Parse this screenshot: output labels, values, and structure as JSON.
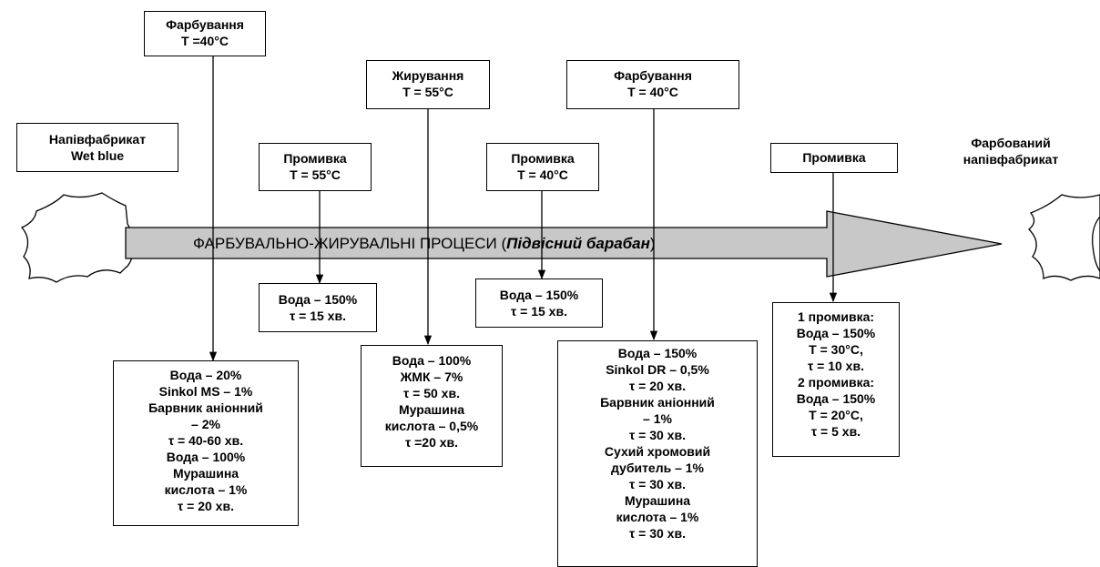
{
  "banner": {
    "main": "ФАРБУВАЛЬНО-ЖИРУВАЛЬНІ ПРОЦЕСИ (",
    "italic": "Підвісний барабан",
    "close": ")"
  },
  "start_label": [
    "Напівфабрикат",
    "Wet blue"
  ],
  "end_label": [
    "Фарбований",
    "напівфабрикат"
  ],
  "top_boxes": [
    {
      "lines": [
        "Фарбування",
        "T =40°C"
      ]
    },
    {
      "lines": [
        "Промивка",
        "T = 55°C"
      ]
    },
    {
      "lines": [
        "Жирування",
        "T = 55°C"
      ]
    },
    {
      "lines": [
        "Промивка",
        "T = 40°C"
      ]
    },
    {
      "lines": [
        "Фарбування",
        "T = 40°C"
      ]
    },
    {
      "lines": [
        "Промивка"
      ]
    }
  ],
  "bottom_boxes": [
    {
      "lines": [
        "Вода – 150%",
        "τ = 15 хв."
      ]
    },
    {
      "lines": [
        "Вода – 150%",
        "τ = 15 хв."
      ]
    },
    {
      "lines": [
        "Вода – 20%",
        "Sinkol MS – 1%",
        "Барвник аніонний",
        "– 2%",
        "τ = 40-60 хв.",
        "Вода – 100%",
        "Мурашина",
        "кислота  – 1%",
        "τ = 20 хв."
      ]
    },
    {
      "lines": [
        "Вода – 100%",
        "ЖМК – 7%",
        "τ = 50 хв.",
        "Мурашина",
        "кислота – 0,5%",
        "τ =20 хв."
      ]
    },
    {
      "lines": [
        "Вода – 150%",
        "Sinkol DR – 0,5%",
        "τ = 20 хв.",
        "Барвник аніонний",
        "– 1%",
        "τ = 30 хв.",
        "Сухий хромовий",
        "дубитель – 1%",
        "τ = 30 хв.",
        "Мурашина",
        "кислота – 1%",
        "τ = 30 хв."
      ]
    },
    {
      "lines": [
        "1 промивка:",
        "Вода – 150%",
        "T = 30°C,",
        "τ = 10 хв.",
        "2 промивка:",
        "Вода – 150%",
        "T = 20°C,",
        "τ = 5 хв."
      ]
    }
  ],
  "colors": {
    "arrow_fill": "#c8c8c8",
    "stroke": "#000000"
  }
}
